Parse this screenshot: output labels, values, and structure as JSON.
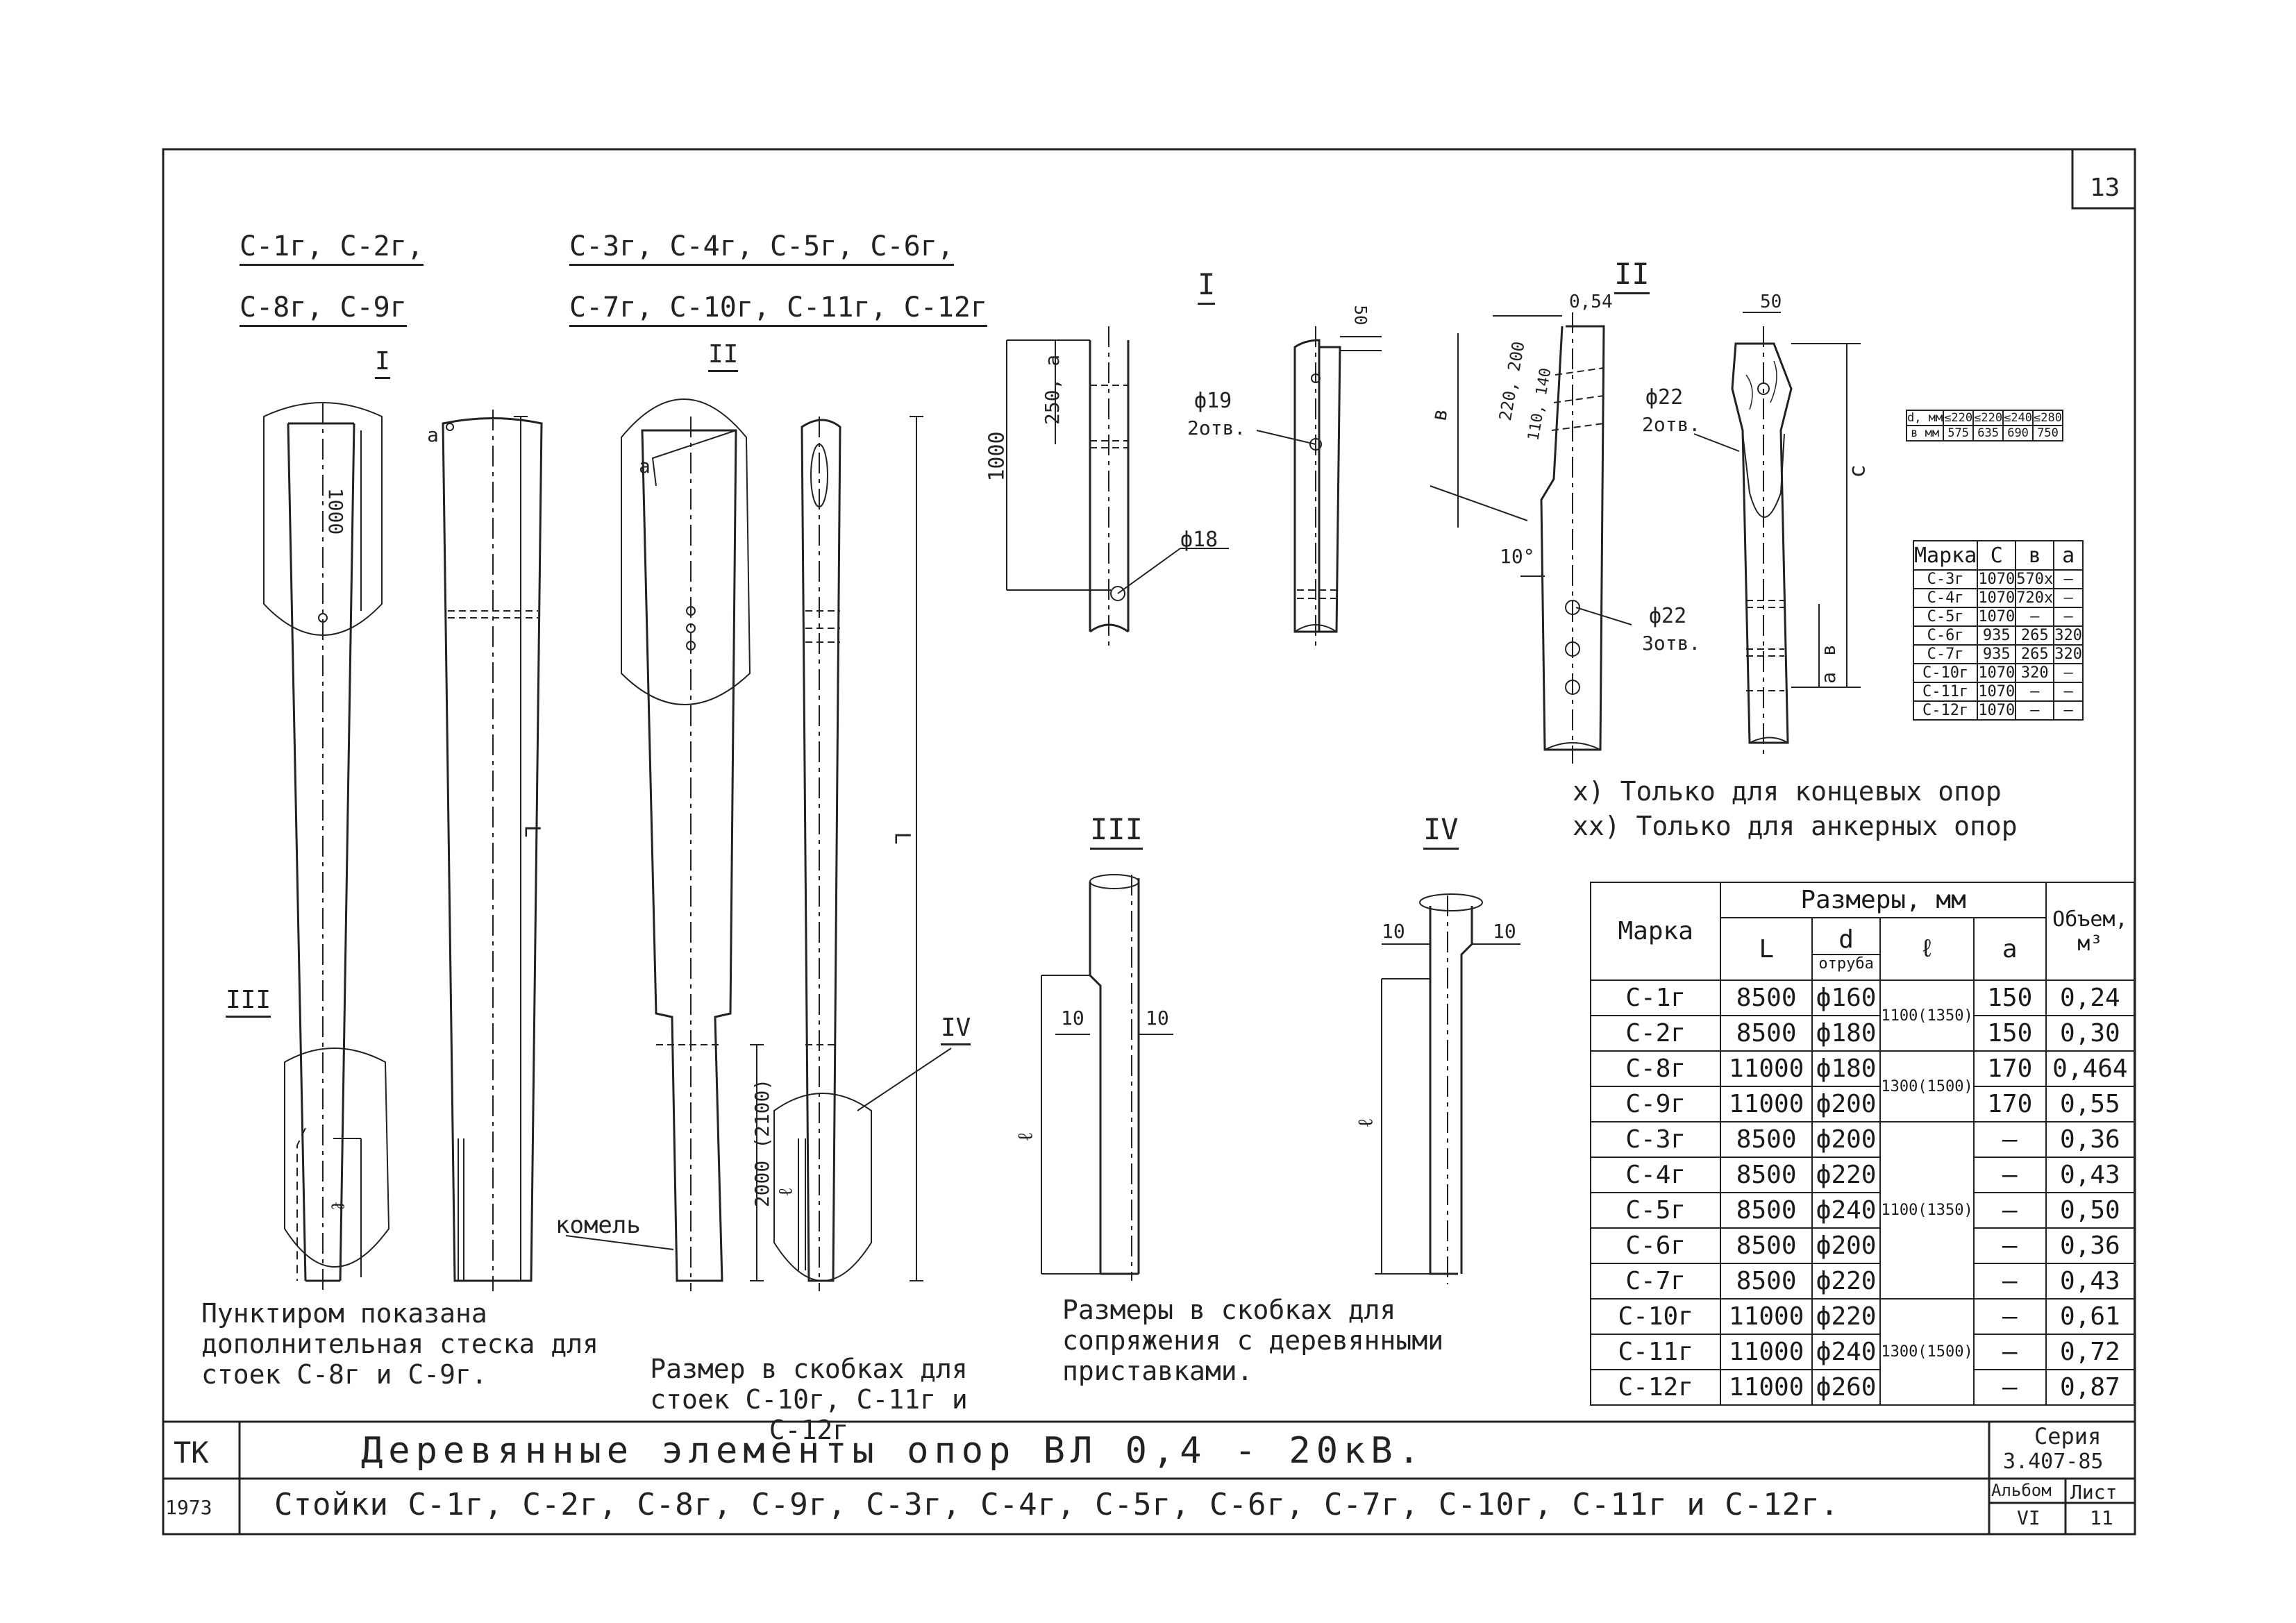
{
  "sheet": {
    "corner": "13"
  },
  "group1": {
    "line1": "С-1г, С-2г,",
    "line2": "С-8г, С-9г"
  },
  "group2": {
    "line1": "С-3г, С-4г, С-5г, С-6г,",
    "line2": "С-7г, С-10г, С-11г, С-12г"
  },
  "callouts": {
    "I": "I",
    "II": "II",
    "III": "III",
    "IV": "IV"
  },
  "dims": {
    "d_1000": "1000",
    "d_2000": "2000 (2100)",
    "d_a": "а",
    "d_L": "L",
    "d_l": "ℓ",
    "d_250": "250, а",
    "d_1000b": "1000",
    "phi19": "ф19",
    "holes2a": "2отв.",
    "phi18": "ф18",
    "d_50": "50",
    "d_054": "0,54",
    "d_220": "220, 200",
    "d_110": "110, 140",
    "d_v": "в",
    "phi22a": "ф22",
    "holes2b": "2отв.",
    "angle": "10°",
    "phi22b": "ф22",
    "holes3": "3отв.",
    "d_50b": "50",
    "d_c": "с",
    "d_10a": "10",
    "d_10b": "10",
    "d_10c": "10",
    "d_10d": "10",
    "komel": "комель"
  },
  "footnotes": {
    "x": "х) Только для концевых опор",
    "xx": "хх) Только для анкерных опор"
  },
  "notes": {
    "dashed": "Пунктиром показана дополнительная стеска для стоек С-8г и С-9г.",
    "bracket": "Размер в скобках для стоек С-10г, С-11г и С-12г",
    "pairing": "Размеры в скобках для сопряжения с деревянными приставками."
  },
  "small_table": {
    "rows": [
      [
        "d, мм",
        "≤220",
        "≤220",
        "≤240",
        "≤280"
      ],
      [
        "в мм",
        "575",
        "635",
        "690",
        "750"
      ]
    ]
  },
  "mark_table": {
    "header": [
      "Марка",
      "С",
      "в",
      "а"
    ],
    "rows": [
      [
        "С-3г",
        "1070",
        "570х",
        "—"
      ],
      [
        "С-4г",
        "1070",
        "720х",
        "—"
      ],
      [
        "С-5г",
        "1070",
        "—",
        "—"
      ],
      [
        "С-6г",
        "935",
        "265",
        "320"
      ],
      [
        "С-7г",
        "935",
        "265",
        "320"
      ],
      [
        "С-10г",
        "1070",
        "320",
        "—"
      ],
      [
        "С-11г",
        "1070",
        "—",
        "—"
      ],
      [
        "С-12г",
        "1070",
        "—",
        "—"
      ]
    ]
  },
  "main_table": {
    "h_mark": "Марка",
    "h_sizes": "Размеры, мм",
    "h_volume": "Объем, м³",
    "h_L": "L",
    "h_d": "d",
    "h_d_sub": "отрубa",
    "h_l": "ℓ",
    "h_a": "а",
    "rows": [
      [
        "С-1г",
        "8500",
        "ф160",
        "1100(1350)",
        "150",
        "0,24"
      ],
      [
        "С-2г",
        "8500",
        "ф180",
        "",
        "150",
        "0,30"
      ],
      [
        "С-8г",
        "11000",
        "ф180",
        "1300(1500)",
        "170",
        "0,464"
      ],
      [
        "С-9г",
        "11000",
        "ф200",
        "",
        "170",
        "0,55"
      ],
      [
        "С-3г",
        "8500",
        "ф200",
        "1100(1350)",
        "—",
        "0,36"
      ],
      [
        "С-4г",
        "8500",
        "ф220",
        "",
        "—",
        "0,43"
      ],
      [
        "С-5г",
        "8500",
        "ф240",
        "",
        "—",
        "0,50"
      ],
      [
        "С-6г",
        "8500",
        "ф200",
        "",
        "—",
        "0,36"
      ],
      [
        "С-7г",
        "8500",
        "ф220",
        "",
        "—",
        "0,43"
      ],
      [
        "С-10г",
        "11000",
        "ф220",
        "1300(1500)",
        "—",
        "0,61"
      ],
      [
        "С-11г",
        "11000",
        "ф240",
        "",
        "—",
        "0,72"
      ],
      [
        "С-12г",
        "11000",
        "ф260",
        "",
        "—",
        "0,87"
      ]
    ]
  },
  "titleblock": {
    "tk": "ТК",
    "code": "1973",
    "title": "Деревянные элементы опор ВЛ 0,4 - 20кВ.",
    "subtitle": "Стойки С-1г, С-2г, С-8г, С-9г, С-3г, С-4г, С-5г, С-6г, С-7г, С-10г, С-11г и С-12г.",
    "series_label": "Серия",
    "series": "3.407-85",
    "album_label": "Альбом",
    "album": "VI",
    "sheet_label": "Лист",
    "sheet": "11"
  }
}
